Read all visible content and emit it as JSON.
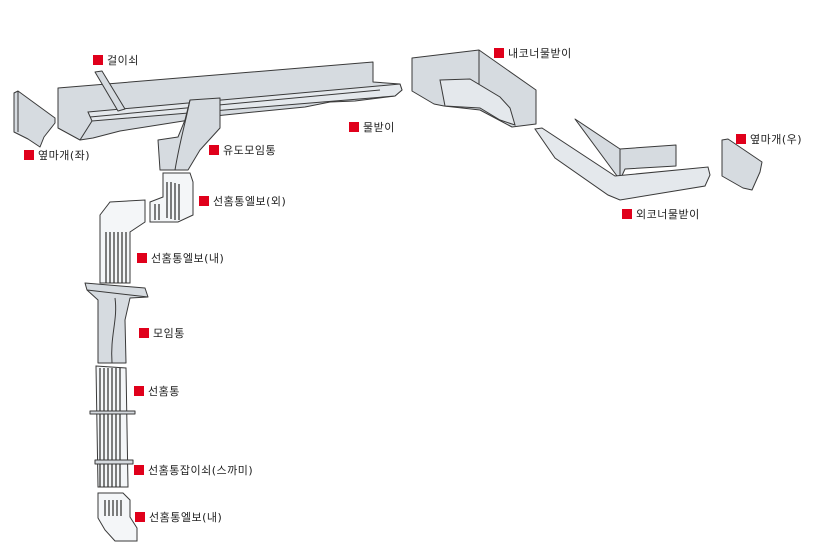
{
  "diagram": {
    "title": "",
    "marker_color": "#e0001b",
    "part_color": "#d6dbe0",
    "labels": {
      "hanger": "걸이쇠",
      "end_cap_left": "옆마개(좌)",
      "guide_collector": "유도모임통",
      "gutter": "물받이",
      "inner_corner": "내코너물받이",
      "outer_corner": "외코너물받이",
      "end_cap_right": "옆마개(우)",
      "elbow_outer": "선홈통엘보(외)",
      "elbow_inner_top": "선홈통엘보(내)",
      "collector": "모임통",
      "downpipe": "선홈통",
      "pipe_clamp": "선홈통잡이쇠(스까미)",
      "elbow_inner_bottom": "선홈통엘보(내)"
    }
  }
}
